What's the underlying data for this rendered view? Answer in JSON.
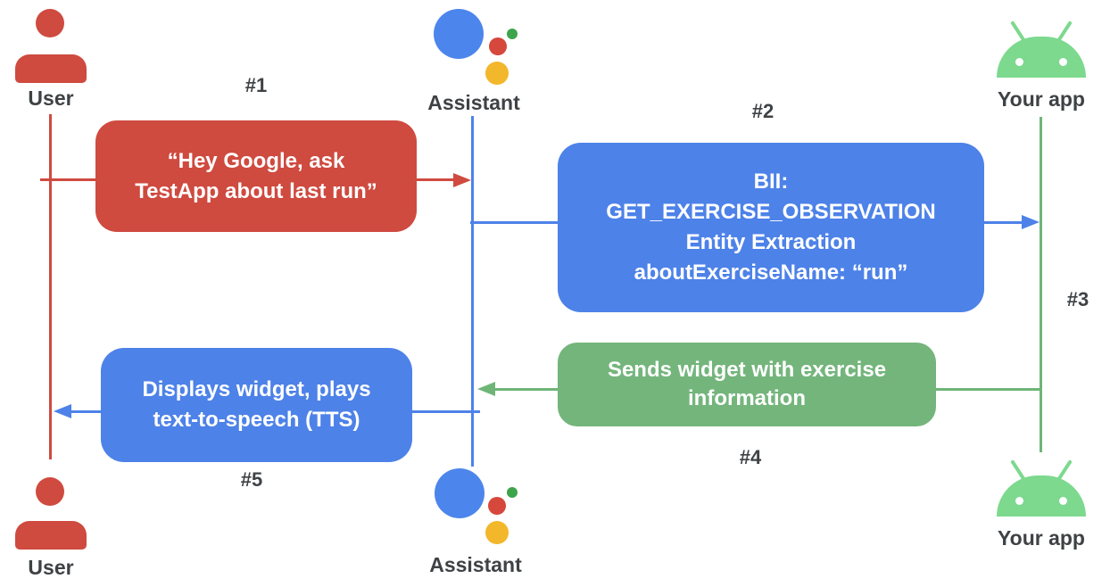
{
  "diagram": {
    "actors": {
      "user_top": "User",
      "assistant_top": "Assistant",
      "app_top": "Your app",
      "user_bottom": "User",
      "assistant_bottom": "Assistant",
      "app_bottom": "Your app"
    },
    "steps": {
      "step1": "#1",
      "step2": "#2",
      "step3": "#3",
      "step4": "#4",
      "step5": "#5"
    },
    "messages": {
      "msg1": {
        "lines": [
          "“Hey Google, ask",
          "TestApp about last run”"
        ]
      },
      "msg2": {
        "lines": [
          "BII:",
          "GET_EXERCISE_OBSERVATION",
          "Entity Extraction",
          "aboutExerciseName: “run”"
        ]
      },
      "msg4": {
        "lines": [
          "Sends widget with exercise",
          "information"
        ]
      },
      "msg5": {
        "lines": [
          "Displays widget, plays",
          "text-to-speech (TTS)"
        ]
      }
    },
    "icons": {
      "user": "person-icon",
      "assistant": "google-assistant-icon",
      "app": "android-robot-icon"
    }
  },
  "colors": {
    "red": "#CF4A3F",
    "blue": "#4D82E8",
    "green_box": "#74B57C",
    "green_line": "#6FB577",
    "android_green": "#7CD98E",
    "assistant_blue": "#4C86EC",
    "assistant_red": "#D6473C",
    "assistant_yellow": "#F2B72B",
    "assistant_green": "#3EA44B",
    "label_gray": "#3F4245",
    "box_text": "#FFFFFF",
    "background": "#FFFFFF"
  }
}
